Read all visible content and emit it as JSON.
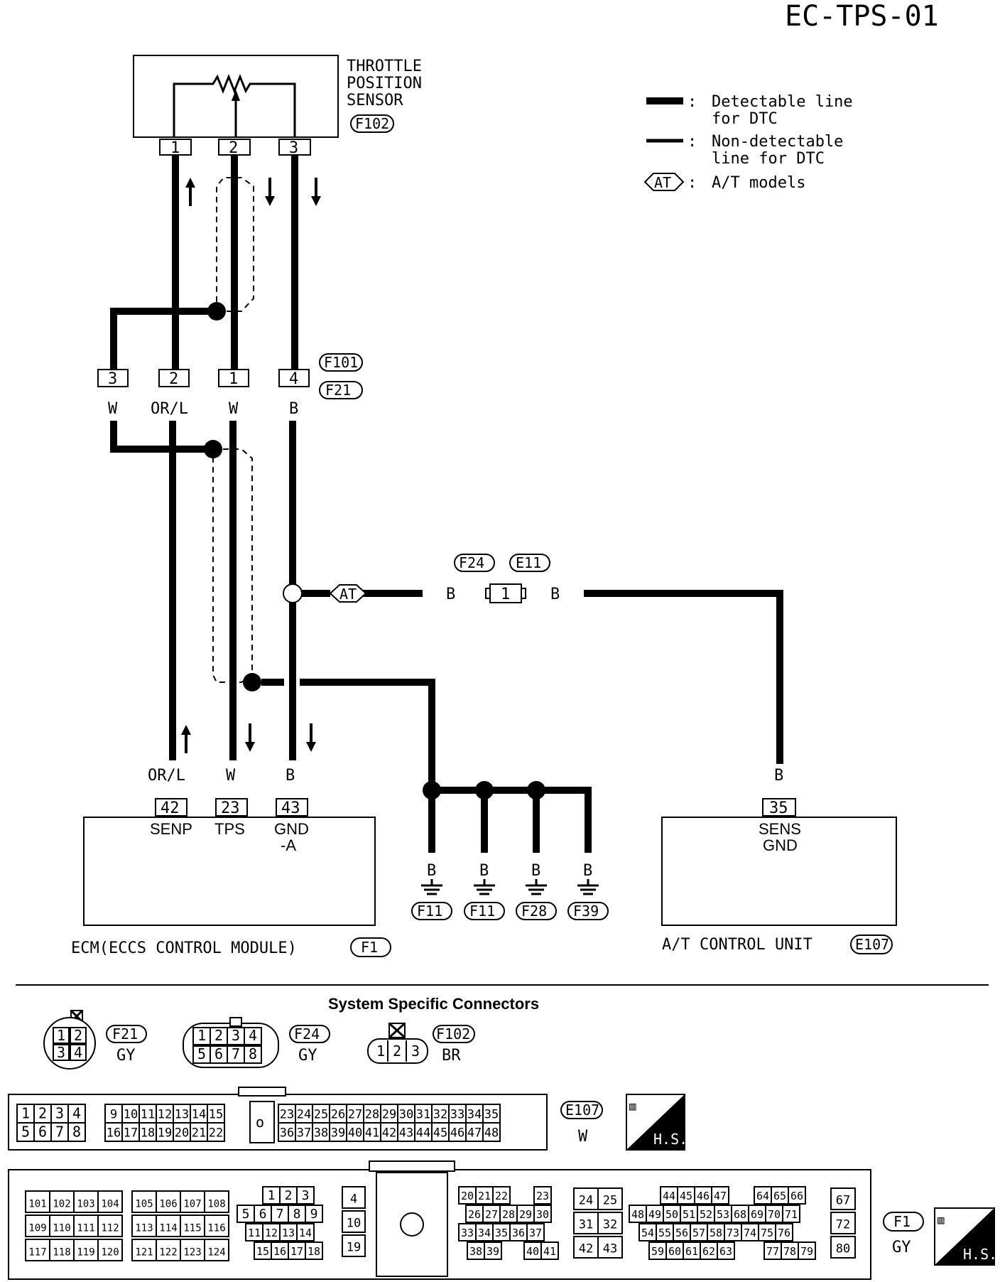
{
  "page_code": "EC-TPS-01",
  "sensor": {
    "title_lines": [
      "THROTTLE",
      "POSITION",
      "SENSOR"
    ],
    "connector": "F102",
    "pins": [
      "1",
      "2",
      "3"
    ]
  },
  "legend": {
    "detectable": [
      "Detectable line",
      "for DTC"
    ],
    "non_detectable": [
      "Non-detectable",
      "line for DTC"
    ],
    "at_symbol": "AT",
    "at_models": "A/T models"
  },
  "junction": {
    "connectors": [
      "F101",
      "F21"
    ],
    "pins": [
      "3",
      "2",
      "1",
      "4"
    ],
    "colors": [
      "W",
      "OR/L",
      "W",
      "B"
    ]
  },
  "at_branch": {
    "symbol": "AT",
    "connectors": [
      "F24",
      "E11"
    ],
    "pin": "1",
    "left_color": "B",
    "right_color": "B"
  },
  "ecm": {
    "wire_colors": [
      "OR/L",
      "W",
      "B"
    ],
    "pins": [
      "42",
      "23",
      "43"
    ],
    "pin_labels": [
      "SENP",
      "TPS",
      "GND",
      "-A"
    ],
    "title": "ECM(ECCS CONTROL MODULE)",
    "connector": "F1"
  },
  "grounds": {
    "colors": [
      "B",
      "B",
      "B",
      "B"
    ],
    "connectors": [
      "F11",
      "F11",
      "F28",
      "F39"
    ]
  },
  "at_unit": {
    "wire_color": "B",
    "pin": "35",
    "pin_labels": [
      "SENS",
      "GND"
    ],
    "title": "A/T CONTROL UNIT",
    "connector": "E107"
  },
  "connectors_section": {
    "title": "System Specific Connectors",
    "f21": {
      "id": "F21",
      "color": "GY",
      "pins": [
        "1",
        "2",
        "3",
        "4"
      ]
    },
    "f24": {
      "id": "F24",
      "color": "GY",
      "pins": [
        "1",
        "2",
        "3",
        "4",
        "5",
        "6",
        "7",
        "8"
      ]
    },
    "f102": {
      "id": "F102",
      "color": "BR",
      "pins": [
        "1",
        "2",
        "3"
      ]
    },
    "e107": {
      "id": "E107",
      "color": "W",
      "row1_left": [
        "1",
        "2",
        "3",
        "4",
        "9",
        "10",
        "11",
        "12",
        "13",
        "14",
        "15"
      ],
      "row2_left": [
        "5",
        "6",
        "7",
        "8",
        "16",
        "17",
        "18",
        "19",
        "20",
        "21",
        "22"
      ],
      "row1_right": [
        "23",
        "24",
        "25",
        "26",
        "27",
        "28",
        "29",
        "30",
        "31",
        "32",
        "33",
        "34",
        "35"
      ],
      "row2_right": [
        "36",
        "37",
        "38",
        "39",
        "40",
        "41",
        "42",
        "43",
        "44",
        "45",
        "46",
        "47",
        "48"
      ],
      "center": "o"
    },
    "f1": {
      "id": "F1",
      "color": "GY",
      "blockA": [
        [
          "101",
          "102",
          "103",
          "104"
        ],
        [
          "109",
          "110",
          "111",
          "112"
        ],
        [
          "117",
          "118",
          "119",
          "120"
        ]
      ],
      "blockB": [
        [
          "105",
          "106",
          "107",
          "108"
        ],
        [
          "113",
          "114",
          "115",
          "116"
        ],
        [
          "121",
          "122",
          "123",
          "124"
        ]
      ],
      "blockC": [
        [
          "1",
          "2",
          "3"
        ],
        [
          "5",
          "6",
          "7",
          "8",
          "9"
        ],
        [
          "11",
          "12",
          "13",
          "14"
        ],
        [
          "15",
          "16",
          "17",
          "18"
        ]
      ],
      "blockD": [
        "4",
        "10",
        "19"
      ],
      "blockE": [
        [
          "20",
          "21",
          "22",
          "23"
        ],
        [
          "26",
          "27",
          "28",
          "29",
          "30"
        ],
        [
          "33",
          "34",
          "35",
          "36",
          "37"
        ],
        [
          "38",
          "39",
          "40",
          "41"
        ]
      ],
      "blockF": [
        [
          "24",
          "25"
        ],
        [
          "31",
          "32"
        ],
        [
          "42",
          "43"
        ]
      ],
      "blockG": [
        [
          "44",
          "45",
          "46",
          "47",
          "64",
          "65",
          "66"
        ],
        [
          "48",
          "49",
          "50",
          "51",
          "52",
          "53",
          "68",
          "69",
          "70",
          "71"
        ],
        [
          "54",
          "55",
          "56",
          "57",
          "58",
          "73",
          "74",
          "75",
          "76"
        ],
        [
          "59",
          "60",
          "61",
          "62",
          "63",
          "77",
          "78",
          "79"
        ]
      ],
      "blockH": [
        "67",
        "72",
        "80"
      ],
      "center": "o"
    },
    "hs_label": "H.S."
  }
}
